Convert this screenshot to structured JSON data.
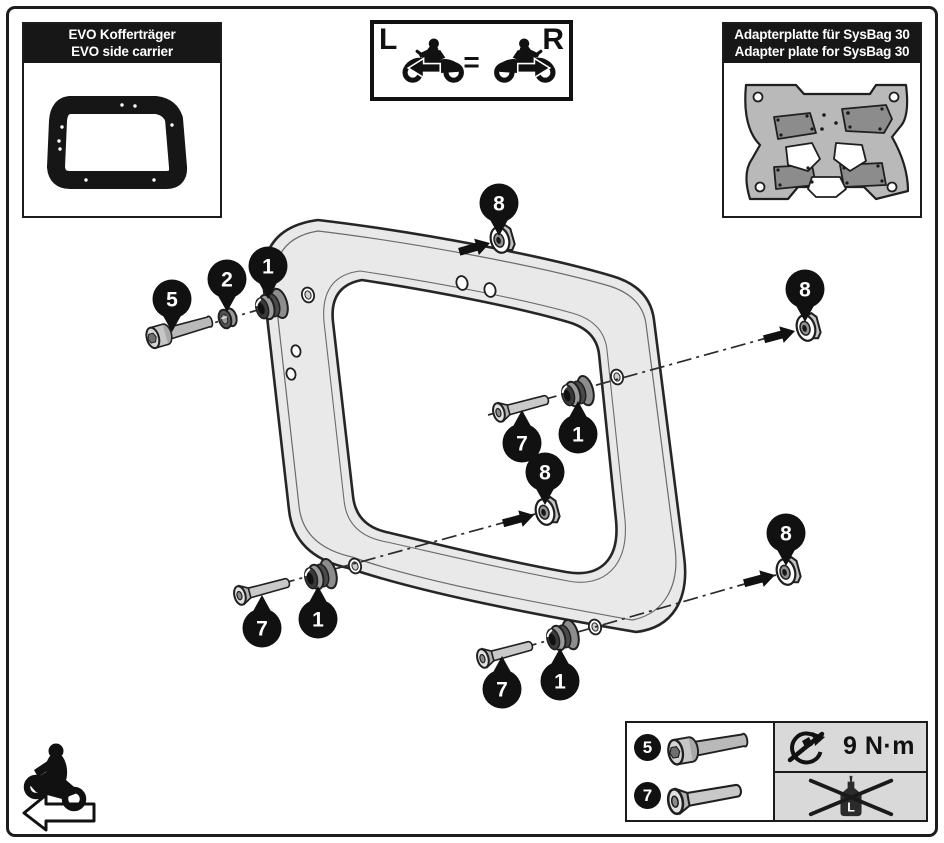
{
  "sheet": {
    "background_color": "#ffffff",
    "border_color": "#1c1c1c"
  },
  "panels": {
    "side_carrier": {
      "title_de": "EVO Kofferträger",
      "title_en": "EVO side carrier",
      "header_bg": "#171717",
      "header_text_color": "#ffffff",
      "thumbnail_icon": "side-carrier-frame-icon"
    },
    "orientation": {
      "left_label": "L",
      "right_label": "R",
      "equals_sign": "=",
      "left_icon": "motorcycle-arrow-left-icon",
      "right_icon": "motorcycle-arrow-right-icon"
    },
    "adapter_plate": {
      "title_de": "Adapterplatte für SysBag 30",
      "title_en": "Adapter plate for SysBag 30",
      "plate_color": "#b9b9b9",
      "pad_color": "#8c8c8c",
      "icon": "adapter-plate-icon"
    }
  },
  "diagram": {
    "frame_color": "#e9e9e9",
    "outline_color": "#262626",
    "callouts": {
      "bolt5": "5",
      "washer2": "2",
      "grommet1_left": "1",
      "nut8_top": "8",
      "nut8_right": "8",
      "bolt7_mid": "7",
      "grommet1_mid": "1",
      "nut8_center": "8",
      "bolt7_bottom_left": "7",
      "grommet1_bottom_left": "1",
      "nut8_bottom_right": "8",
      "bolt7_bottom_center": "7",
      "grommet1_bottom_center": "1"
    },
    "part_icons": {
      "bolt5": "socket-head-bolt-icon",
      "bolt7": "countersunk-bolt-icon",
      "washer2": "spacer-washer-icon",
      "grommet1": "rubber-grommet-icon",
      "nut8": "flange-nut-icon"
    }
  },
  "legend": {
    "rows": [
      {
        "label": "5",
        "icon": "socket-head-bolt-icon"
      },
      {
        "label": "7",
        "icon": "countersunk-bolt-icon"
      }
    ],
    "torque": {
      "value": "9 N·m",
      "icon": "no-power-tools-icon"
    },
    "threadlocker": {
      "icon": "no-threadlocker-icon",
      "bottle_label": "L"
    },
    "cell_bg": "#d9d9d9"
  },
  "footer": {
    "logo_icon": "motorcycle-over-arrow-logo-icon"
  }
}
